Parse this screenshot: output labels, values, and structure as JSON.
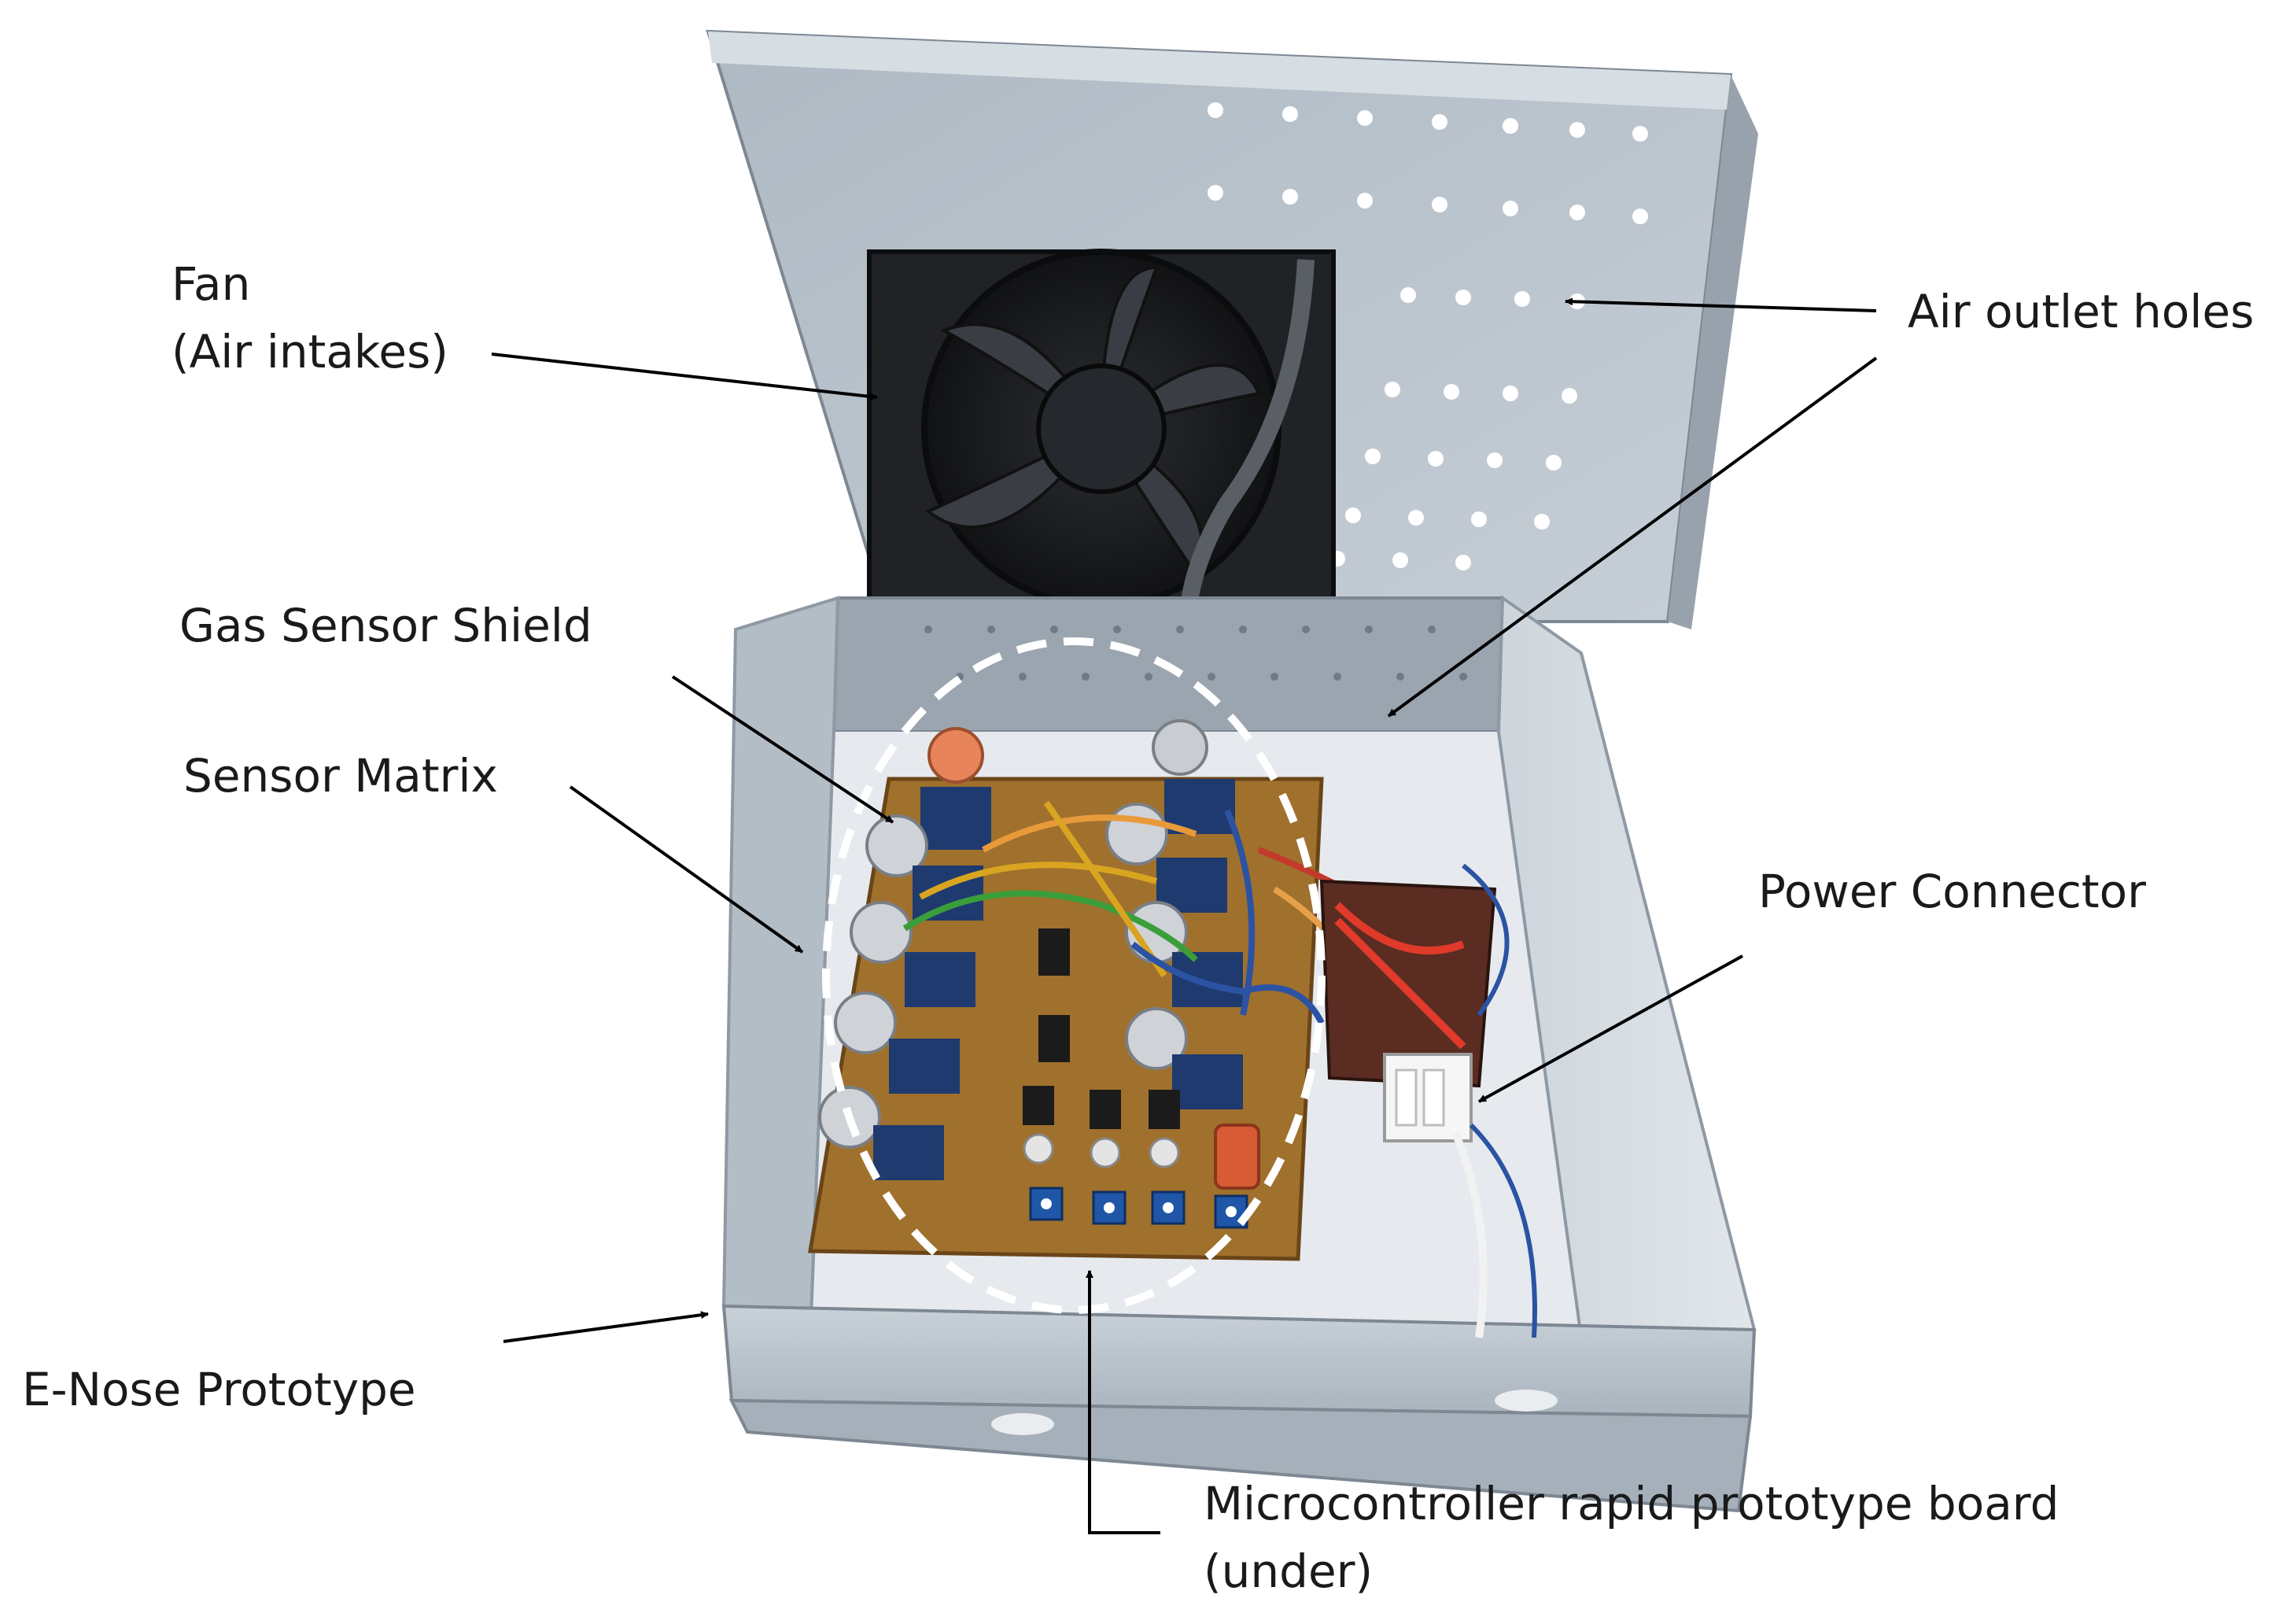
{
  "figure": {
    "labels": {
      "fan": [
        "Fan",
        "(Air intakes)"
      ],
      "air_outlet": "Air outlet holes",
      "gas_sensor_shield": "Gas Sensor Shield",
      "sensor_matrix": "Sensor Matrix",
      "power_connector": "Power Connector",
      "enose": "E-Nose Prototype",
      "microcontroller": [
        "Microcontroller rapid prototype board",
        "(under)"
      ]
    },
    "colors": {
      "enclosure_metal": "#b9c3cc",
      "enclosure_shadow": "#8e99a4",
      "pcb": "#a0702d",
      "fan_body": "#1d1f22",
      "dashed_outline": "#ffffff",
      "arrow": "#000000"
    }
  }
}
